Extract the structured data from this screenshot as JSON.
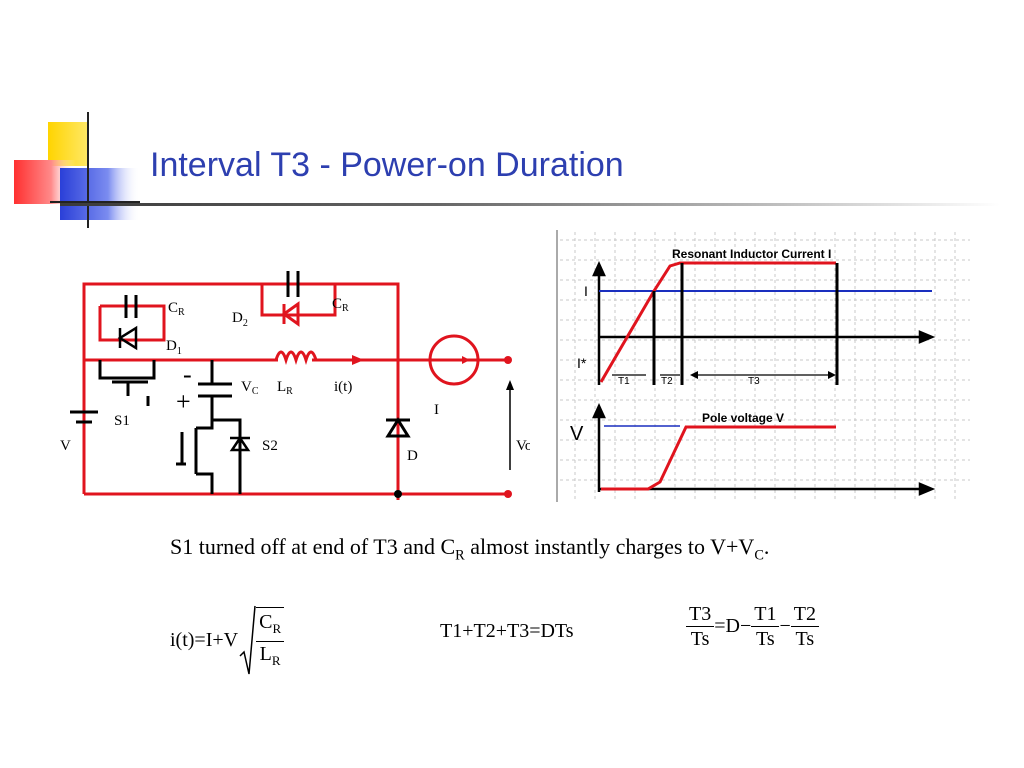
{
  "slide": {
    "title": "Interval T3 - Power-on Duration"
  },
  "circuit": {
    "labels": {
      "cr_top": "C",
      "cr_top_sub": "R",
      "cr_left": "C",
      "cr_left_sub": "R",
      "d1": "D",
      "d1_sub": "1",
      "d2": "D",
      "d2_sub": "2",
      "vc": "V",
      "vc_sub": "C",
      "lr": "L",
      "lr_sub": "R",
      "it": "i(t)",
      "s1": "S1",
      "s2": "S2",
      "v": "V",
      "i_source": "I",
      "d": "D",
      "vo": "Vo",
      "minus": "-",
      "plus": "+"
    },
    "colors": {
      "wire": "#e0141e",
      "component": "#000000"
    }
  },
  "waveforms": {
    "top": {
      "title": "Resonant Inductor Current   I",
      "label_i": "I",
      "label_istar": "I*",
      "intervals": [
        "T1",
        "T2",
        "T3"
      ]
    },
    "bottom": {
      "title": "Pole voltage  V",
      "label_v": "V"
    },
    "colors": {
      "trace": "#e0141e",
      "reference": "#1a2fbf",
      "grid": "#c8c8c8"
    }
  },
  "caption": {
    "text_1": "S1 turned off at end of T3 and C",
    "sub_1": "R",
    "text_2": " almost instantly charges to V+V",
    "sub_2": "C",
    "text_3": "."
  },
  "equations": {
    "eq1": {
      "lhs": "i(t)=I+V",
      "num": "C",
      "num_sub": "R",
      "den": "L",
      "den_sub": "R"
    },
    "eq2": {
      "text": "T1+T2+T3=DTs"
    },
    "eq3": {
      "f1_num": "T3",
      "f1_den": "Ts",
      "mid": "=D−",
      "f2_num": "T1",
      "f2_den": "Ts",
      "minus": "−",
      "f3_num": "T2",
      "f3_den": "Ts"
    }
  }
}
